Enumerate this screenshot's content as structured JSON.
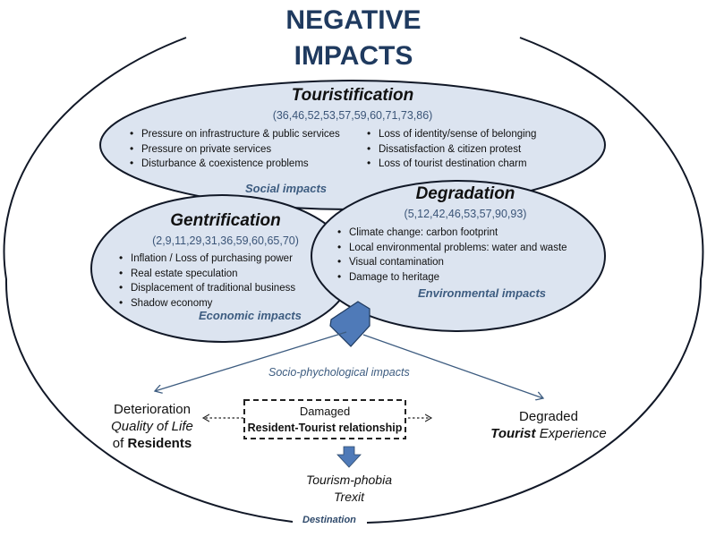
{
  "title": {
    "line1": "NEGATIVE",
    "line2": "IMPACTS"
  },
  "colors": {
    "title": "#1f3a5f",
    "bubble_fill": "#dce4f0",
    "arrow_fill": "#4f7ab8",
    "category_text": "#3d5c80",
    "outline": "#111827"
  },
  "touristification": {
    "heading": "Touristification",
    "refs": "(36,46,52,53,57,59,60,71,73,86)",
    "left_items": [
      "Pressure on infrastructure & public services",
      "Pressure on private services",
      "Disturbance & coexistence problems"
    ],
    "right_items": [
      "Loss of identity/sense of belonging",
      "Dissatisfaction & citizen protest",
      "Loss of tourist destination charm"
    ],
    "category": "Social impacts"
  },
  "gentrification": {
    "heading": "Gentrification",
    "refs": "(2,9,11,29,31,36,59,60,65,70)",
    "items": [
      "Inflation / Loss of purchasing power",
      "Real estate speculation",
      "Displacement of traditional business",
      "Shadow economy"
    ],
    "category": "Economic impacts"
  },
  "degradation": {
    "heading": "Degradation",
    "refs": "(5,12,42,46,53,57,90,93)",
    "items": [
      "Climate change: carbon footprint",
      "Local environmental problems: water and  waste",
      "Visual contamination",
      "Damage to heritage"
    ],
    "category": "Environmental impacts"
  },
  "socio_label": "Socio-phychological impacts",
  "residents": {
    "line1": "Deterioration",
    "line2": "Quality of Life",
    "line3_prefix": "of ",
    "line3_bold": "Residents"
  },
  "relationship": {
    "line1": "Damaged",
    "line2": "Resident-Tourist relationship"
  },
  "tourists": {
    "line1": "Degraded",
    "line2_bold": "Tourist",
    "line2_rest": " Experience"
  },
  "result": {
    "line1": "Tourism-phobia",
    "line2": "Trexit"
  },
  "destination_label": "Destination"
}
